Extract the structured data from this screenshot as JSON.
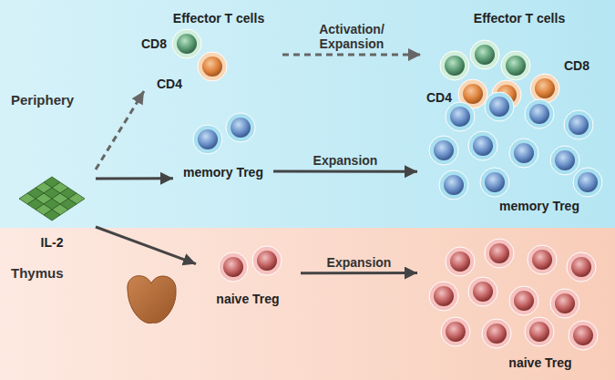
{
  "diagram": {
    "nodes": [
      {
        "text": [
          "Periphery"
        ]
      },
      {
        "text": [
          "Effector T cells",
          "CD8",
          "CD4"
        ],
        "in": 0
      },
      {
        "text": [
          "Effector T cells",
          "CD8",
          "CD4"
        ],
        "in": 0
      },
      {
        "text": [
          "memory Treg"
        ],
        "in": 0
      },
      {
        "text": [
          "memory Treg"
        ],
        "in": 0
      },
      {
        "text": [
          "IL-2"
        ]
      },
      {
        "text": [
          "Thymus"
        ]
      },
      {
        "text": [
          "naive Treg"
        ],
        "in": 6
      },
      {
        "text": [
          "naive Treg"
        ],
        "in": 6
      }
    ],
    "edges": [
      {
        "from": 5,
        "to": 1,
        "arrow": "to"
      },
      {
        "from": 5,
        "to": 3,
        "arrow": "to"
      },
      {
        "from": 5,
        "to": 7,
        "arrow": "to"
      },
      {
        "from": 1,
        "to": 2,
        "label": "Activation/ Expansion",
        "arrow": "to"
      },
      {
        "from": 3,
        "to": 4,
        "label": "Expansion",
        "arrow": "to"
      },
      {
        "from": 7,
        "to": 8,
        "label": "Expansion",
        "arrow": "to"
      }
    ]
  }
}
